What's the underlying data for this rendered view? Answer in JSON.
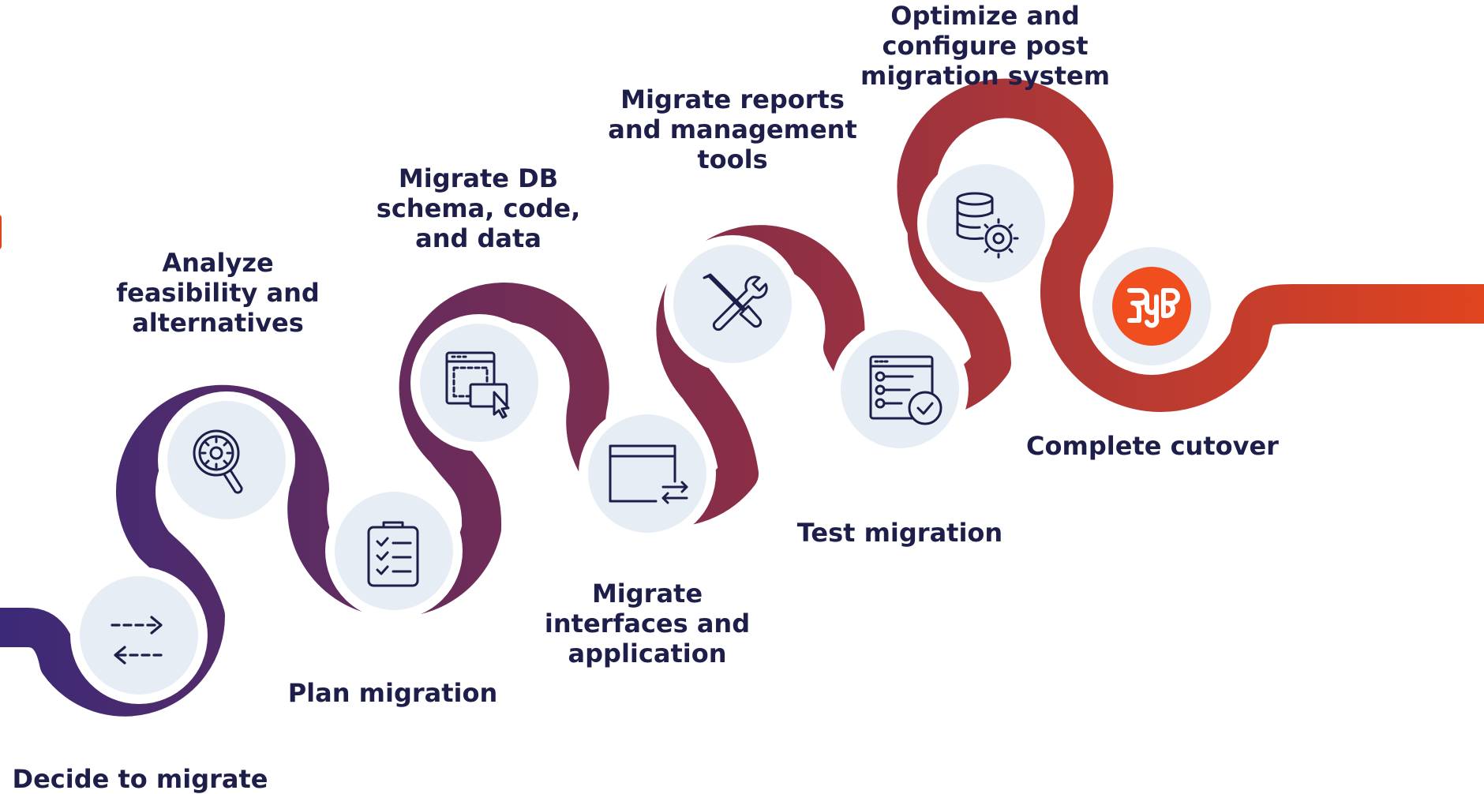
{
  "colors": {
    "path_start": "#3b2a78",
    "path_mid": "#8a2e47",
    "path_end": "#e0441f",
    "node_fill": "#e7edf4",
    "icon_stroke": "#1e1e4b",
    "label_text": "#1e1e4b",
    "brand_badge": "#f04e1f"
  },
  "steps": [
    {
      "key": "decide",
      "label": "Decide to migrate",
      "icon": "exchange-arrows-icon"
    },
    {
      "key": "analyze",
      "label": "Analyze\nfeasibility and\nalternatives",
      "icon": "search-gear-icon"
    },
    {
      "key": "plan",
      "label": "Plan migration",
      "icon": "clipboard-checklist-icon"
    },
    {
      "key": "schema",
      "label": "Migrate DB\nschema, code,\nand data",
      "icon": "window-cursor-icon"
    },
    {
      "key": "interfaces",
      "label": "Migrate\ninterfaces and\napplication",
      "icon": "window-transfer-icon"
    },
    {
      "key": "reports",
      "label": "Migrate reports\nand management\ntools",
      "icon": "tools-icon"
    },
    {
      "key": "test",
      "label": "Test migration",
      "icon": "checklist-check-icon"
    },
    {
      "key": "optimize",
      "label": "Optimize and\nconfigure post\nmigration system",
      "icon": "database-gear-icon"
    },
    {
      "key": "cutover",
      "label": "Complete cutover",
      "icon": "yugabyte-logo-icon"
    }
  ]
}
